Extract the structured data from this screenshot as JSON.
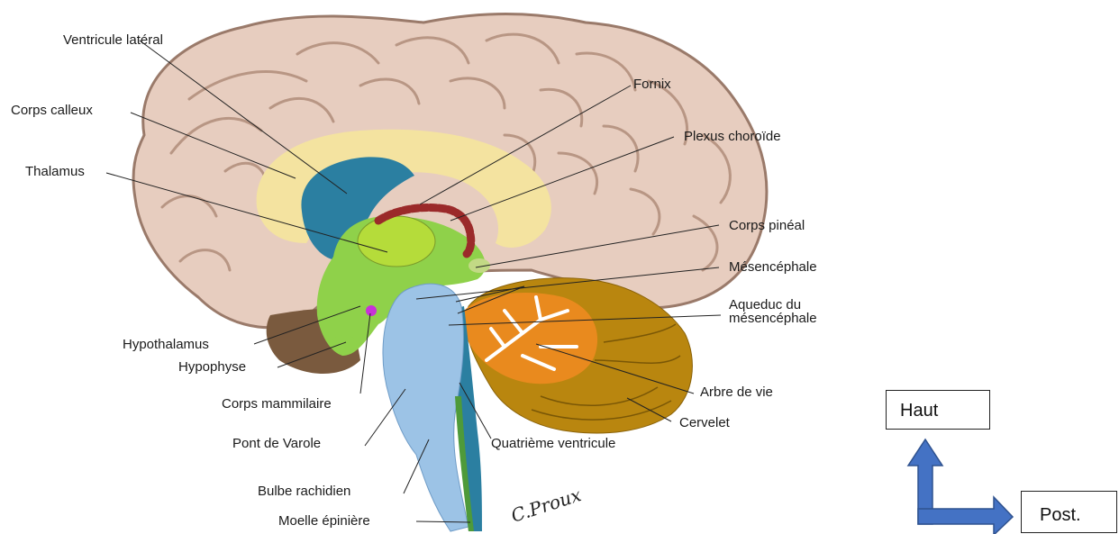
{
  "labels": {
    "ventricule_lateral": "Ventricule latéral",
    "corps_calleux": "Corps calleux",
    "thalamus": "Thalamus",
    "hypothalamus": "Hypothalamus",
    "hypophyse": "Hypophyse",
    "corps_mammilaire": "Corps mammilaire",
    "pont_de_varole": "Pont de Varole",
    "bulbe_rachidien": "Bulbe rachidien",
    "moelle_epiniere": "Moelle épinière",
    "fornix": "Fornix",
    "plexus_choroide": "Plexus choroïde",
    "corps_pineal": "Corps pinéal",
    "mesencephale": "Mésencéphale",
    "aqueduc_line1": "Aqueduc du",
    "aqueduc_line2": "mésencéphale",
    "arbre_de_vie": "Arbre de vie",
    "cervelet": "Cervelet",
    "quatrieme_ventricule": "Quatrième ventricule"
  },
  "signature": "C.Proux",
  "orientation": {
    "up_label": "Haut",
    "right_label": "Post."
  },
  "colors": {
    "cortex": "#e7cdbf",
    "cortex_stroke": "#9a7a6a",
    "corpus_callosum": "#f4e3a0",
    "ventricle": "#2b7fa1",
    "thalamus": "#b5dc3a",
    "diencephalon": "#8fd14a",
    "brainstem": "#9cc3e6",
    "cerebellum": "#b9860f",
    "arbor_vitae": "#e98a1e",
    "choroid_plexus": "#9b2a2a",
    "pituitary_region": "#7a5a3e",
    "mammillary": "#c832d8",
    "arrow": "#4472c4"
  }
}
